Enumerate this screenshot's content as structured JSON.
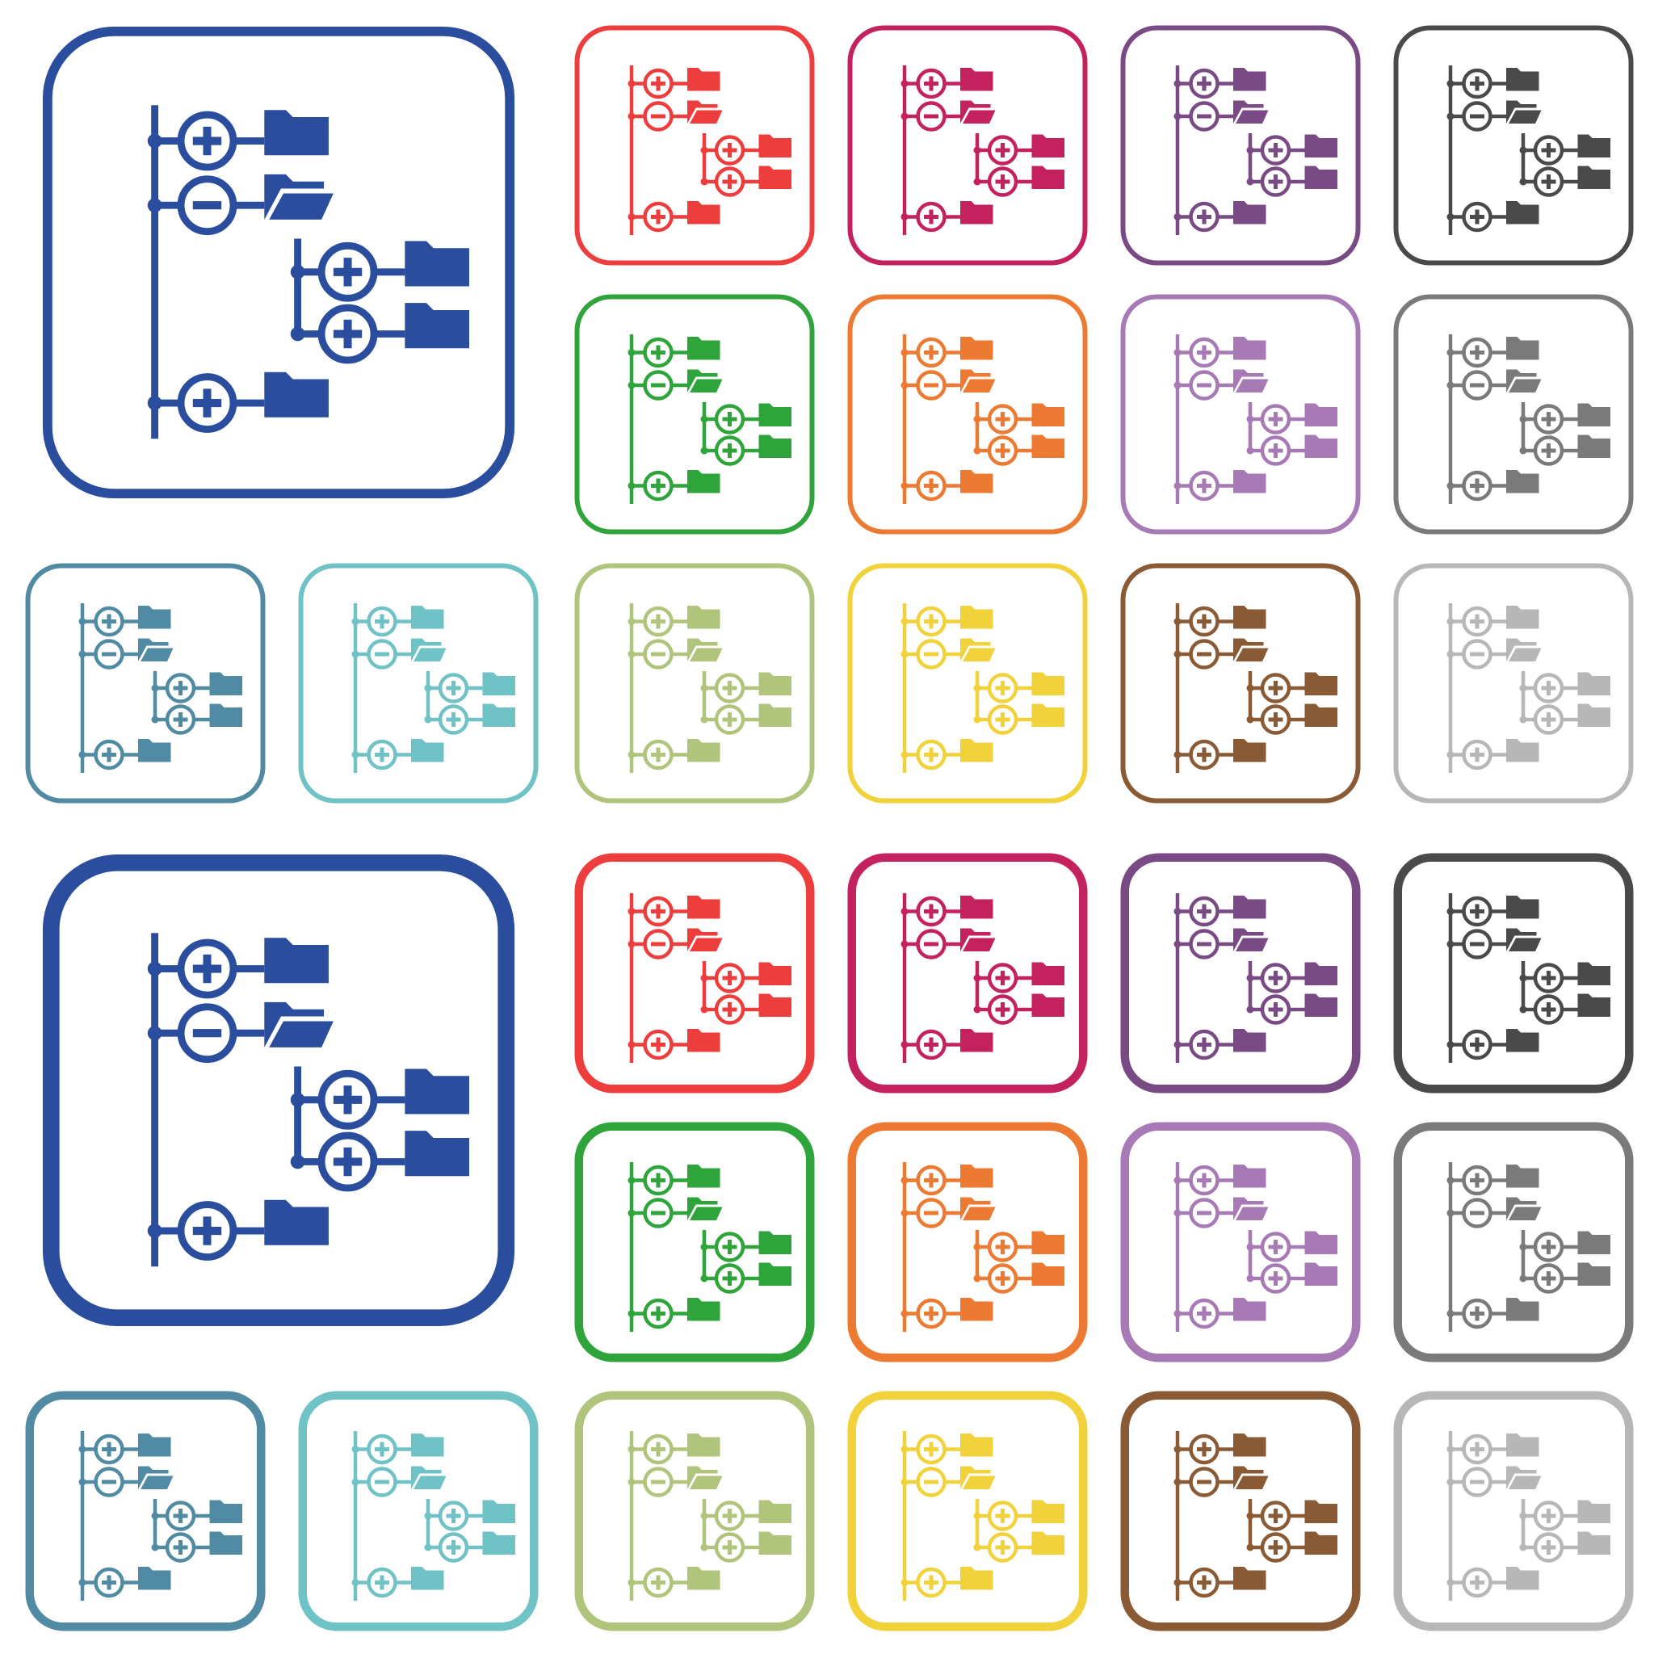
{
  "icon_name": "folder-tree-icon",
  "sets": [
    {
      "style": "thin-border",
      "tiles": [
        {
          "color": "#2a4d9e",
          "size": "large"
        },
        {
          "color": "#ee3d3d",
          "size": "small"
        },
        {
          "color": "#c4215f",
          "size": "small"
        },
        {
          "color": "#7a4a85",
          "size": "small"
        },
        {
          "color": "#4a4a4a",
          "size": "small"
        },
        {
          "color": "#2ea43a",
          "size": "small"
        },
        {
          "color": "#ec7a32",
          "size": "small"
        },
        {
          "color": "#a77ab6",
          "size": "small"
        },
        {
          "color": "#7a7a7a",
          "size": "small"
        },
        {
          "color": "#508ba3",
          "size": "small"
        },
        {
          "color": "#6fc2c6",
          "size": "small"
        },
        {
          "color": "#b1c47c",
          "size": "small"
        },
        {
          "color": "#f1d23b",
          "size": "small"
        },
        {
          "color": "#8a5a35",
          "size": "small"
        },
        {
          "color": "#b7b7b7",
          "size": "small"
        }
      ]
    },
    {
      "style": "thick-border",
      "tiles": [
        {
          "color": "#2a4d9e",
          "size": "large"
        },
        {
          "color": "#ee3d3d",
          "size": "small"
        },
        {
          "color": "#c4215f",
          "size": "small"
        },
        {
          "color": "#7a4a85",
          "size": "small"
        },
        {
          "color": "#4a4a4a",
          "size": "small"
        },
        {
          "color": "#2ea43a",
          "size": "small"
        },
        {
          "color": "#ec7a32",
          "size": "small"
        },
        {
          "color": "#a77ab6",
          "size": "small"
        },
        {
          "color": "#7a7a7a",
          "size": "small"
        },
        {
          "color": "#508ba3",
          "size": "small"
        },
        {
          "color": "#6fc2c6",
          "size": "small"
        },
        {
          "color": "#b1c47c",
          "size": "small"
        },
        {
          "color": "#f1d23b",
          "size": "small"
        },
        {
          "color": "#8a5a35",
          "size": "small"
        },
        {
          "color": "#b7b7b7",
          "size": "small"
        }
      ]
    }
  ]
}
